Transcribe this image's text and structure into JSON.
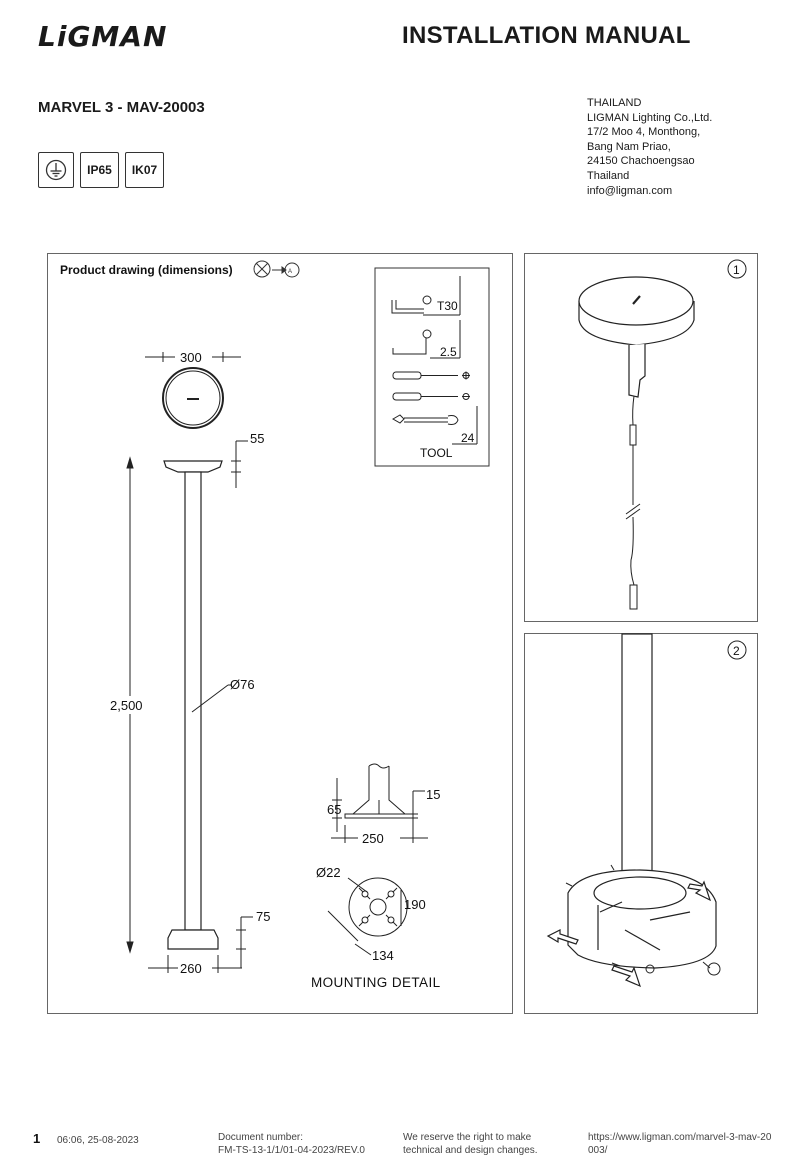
{
  "header": {
    "brand": "LiGMAN",
    "title": "INSTALLATION MANUAL",
    "product": "MARVEL 3 - MAV-20003"
  },
  "address": [
    "THAILAND",
    "LIGMAN Lighting Co.,Ltd.",
    "17/2 Moo 4, Monthong,",
    "Bang Nam Priao,",
    "24150 Chachoengsao",
    "Thailand",
    "info@ligman.com"
  ],
  "badges": {
    "earth_icon": "earth-ground-icon",
    "ip": "IP65",
    "ik": "IK07"
  },
  "drawing": {
    "heading": "Product drawing (dimensions)",
    "dims": {
      "head_diameter": "300",
      "head_height": "55",
      "total_height": "2,500",
      "pole_diameter": "Ø76",
      "base_height": "75",
      "base_width": "260",
      "flange_thickness": "15",
      "flange_height": "65",
      "flange_width": "250",
      "bolt_hole": "Ø22",
      "bolt_pitch_a": "190",
      "bolt_pitch_b": "134"
    },
    "mounting_label": "MOUNTING DETAIL",
    "tool_box": {
      "items": [
        "T30",
        "2.5",
        "24"
      ],
      "label": "TOOL"
    }
  },
  "steps": [
    "1",
    "2"
  ],
  "footer": {
    "page": "1",
    "date": "06:06, 25-08-2023",
    "doc_number_label": "Document number:",
    "doc_number": "FM-TS-13-1/1/01-04-2023/REV.0",
    "disclaimer_1": "We reserve the right to make",
    "disclaimer_2": "technical and design changes.",
    "url_1": "https://www.ligman.com/marvel-3-mav-20",
    "url_2": "003/"
  }
}
